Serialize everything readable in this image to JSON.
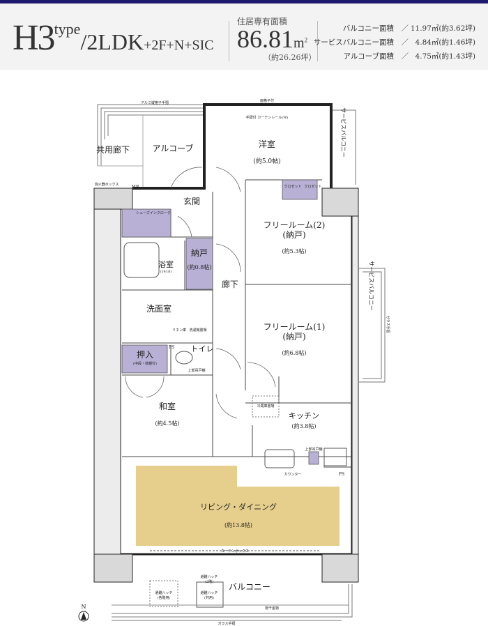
{
  "header": {
    "type_letter": "H3",
    "type_word": "type",
    "layout": "/2LDK",
    "suffix": "+2F+N+SIC",
    "area_label": "住居専有面積",
    "area_value": "86.81",
    "area_unit": "m",
    "area_unit_sup": "2",
    "area_tsubo": "（約26.26坪）",
    "stats": [
      {
        "label": "バルコニー面積　／",
        "value": "11.97㎡(約3.62坪)"
      },
      {
        "label": "サービスバルコニー面積　／",
        "value": "4.84㎡(約1.46坪)"
      },
      {
        "label": "アルコーブ面積　／",
        "value": "4.75㎡(約1.43坪)"
      }
    ]
  },
  "colors": {
    "topbar": "#1b1a6e",
    "storage": "#b9b0d6",
    "living": "#e6cf8c",
    "wall": "#d9d9d9"
  },
  "plan": {
    "shared_corridor": "共用廊下",
    "alcove": "アルコーブ",
    "aluminum_railing": "アルミ縦格子手摺",
    "fire_box": "消火器ボックス",
    "mb": "MB",
    "western_room": "洋室",
    "western_room_size": "(約5.0帖)",
    "fixed_window": "面格子付",
    "curtain_rail_w": "手摺付 カーテンレール(W)",
    "closet": "クロゼット",
    "closet2": "クロゼット",
    "service_balcony": "サービスバルコニー",
    "glass_railing": "ガラス手摺",
    "entrance": "玄関",
    "shoes_in_closet": "シューズインクローク",
    "free_room2": "フリールーム(2)",
    "free_room2_sub": "(納戸)",
    "free_room2_size": "(約5.3帖)",
    "bathroom": "浴室",
    "bathroom_size": "(1418)",
    "storage": "納戸",
    "storage_size": "(約0.8帖)",
    "corridor": "廊下",
    "washroom": "洗面室",
    "linen": "リネン庫",
    "washer": "洗濯機置場",
    "free_room1": "フリールーム(1)",
    "free_room1_sub": "(納戸)",
    "free_room1_size": "(約6.8帖)",
    "oshiire": "押入",
    "oshiire_sub": "(中段・枕棚付)",
    "ps": "PS",
    "toilet": "トイレ",
    "upper_cabinet": "上部吊戸棚",
    "fridge": "冷蔵庫置場",
    "japanese_room": "和室",
    "japanese_room_size": "(約4.5帖)",
    "kitchen": "キッチン",
    "kitchen_size": "(約3.8帖)",
    "kitchen_cabinet": "上部吊戸棚",
    "counter": "カウンター",
    "ps2": "PS",
    "living": "リビング・ダイニング",
    "living_size": "(約13.8帖)",
    "curtain_box": "カーテンボックス",
    "balcony": "バルコニー",
    "hatch1": "避難ハッチ",
    "hatch1_sub": "(各階用)",
    "hatch2": "避難ハッチ",
    "hatch2_sub": "(2階)",
    "hatch3": "避難ハッチ",
    "hatch3_sub": "(共用)",
    "clothes": "物干金物",
    "glass_railing_bottom": "ガラス手摺",
    "north": "N"
  }
}
